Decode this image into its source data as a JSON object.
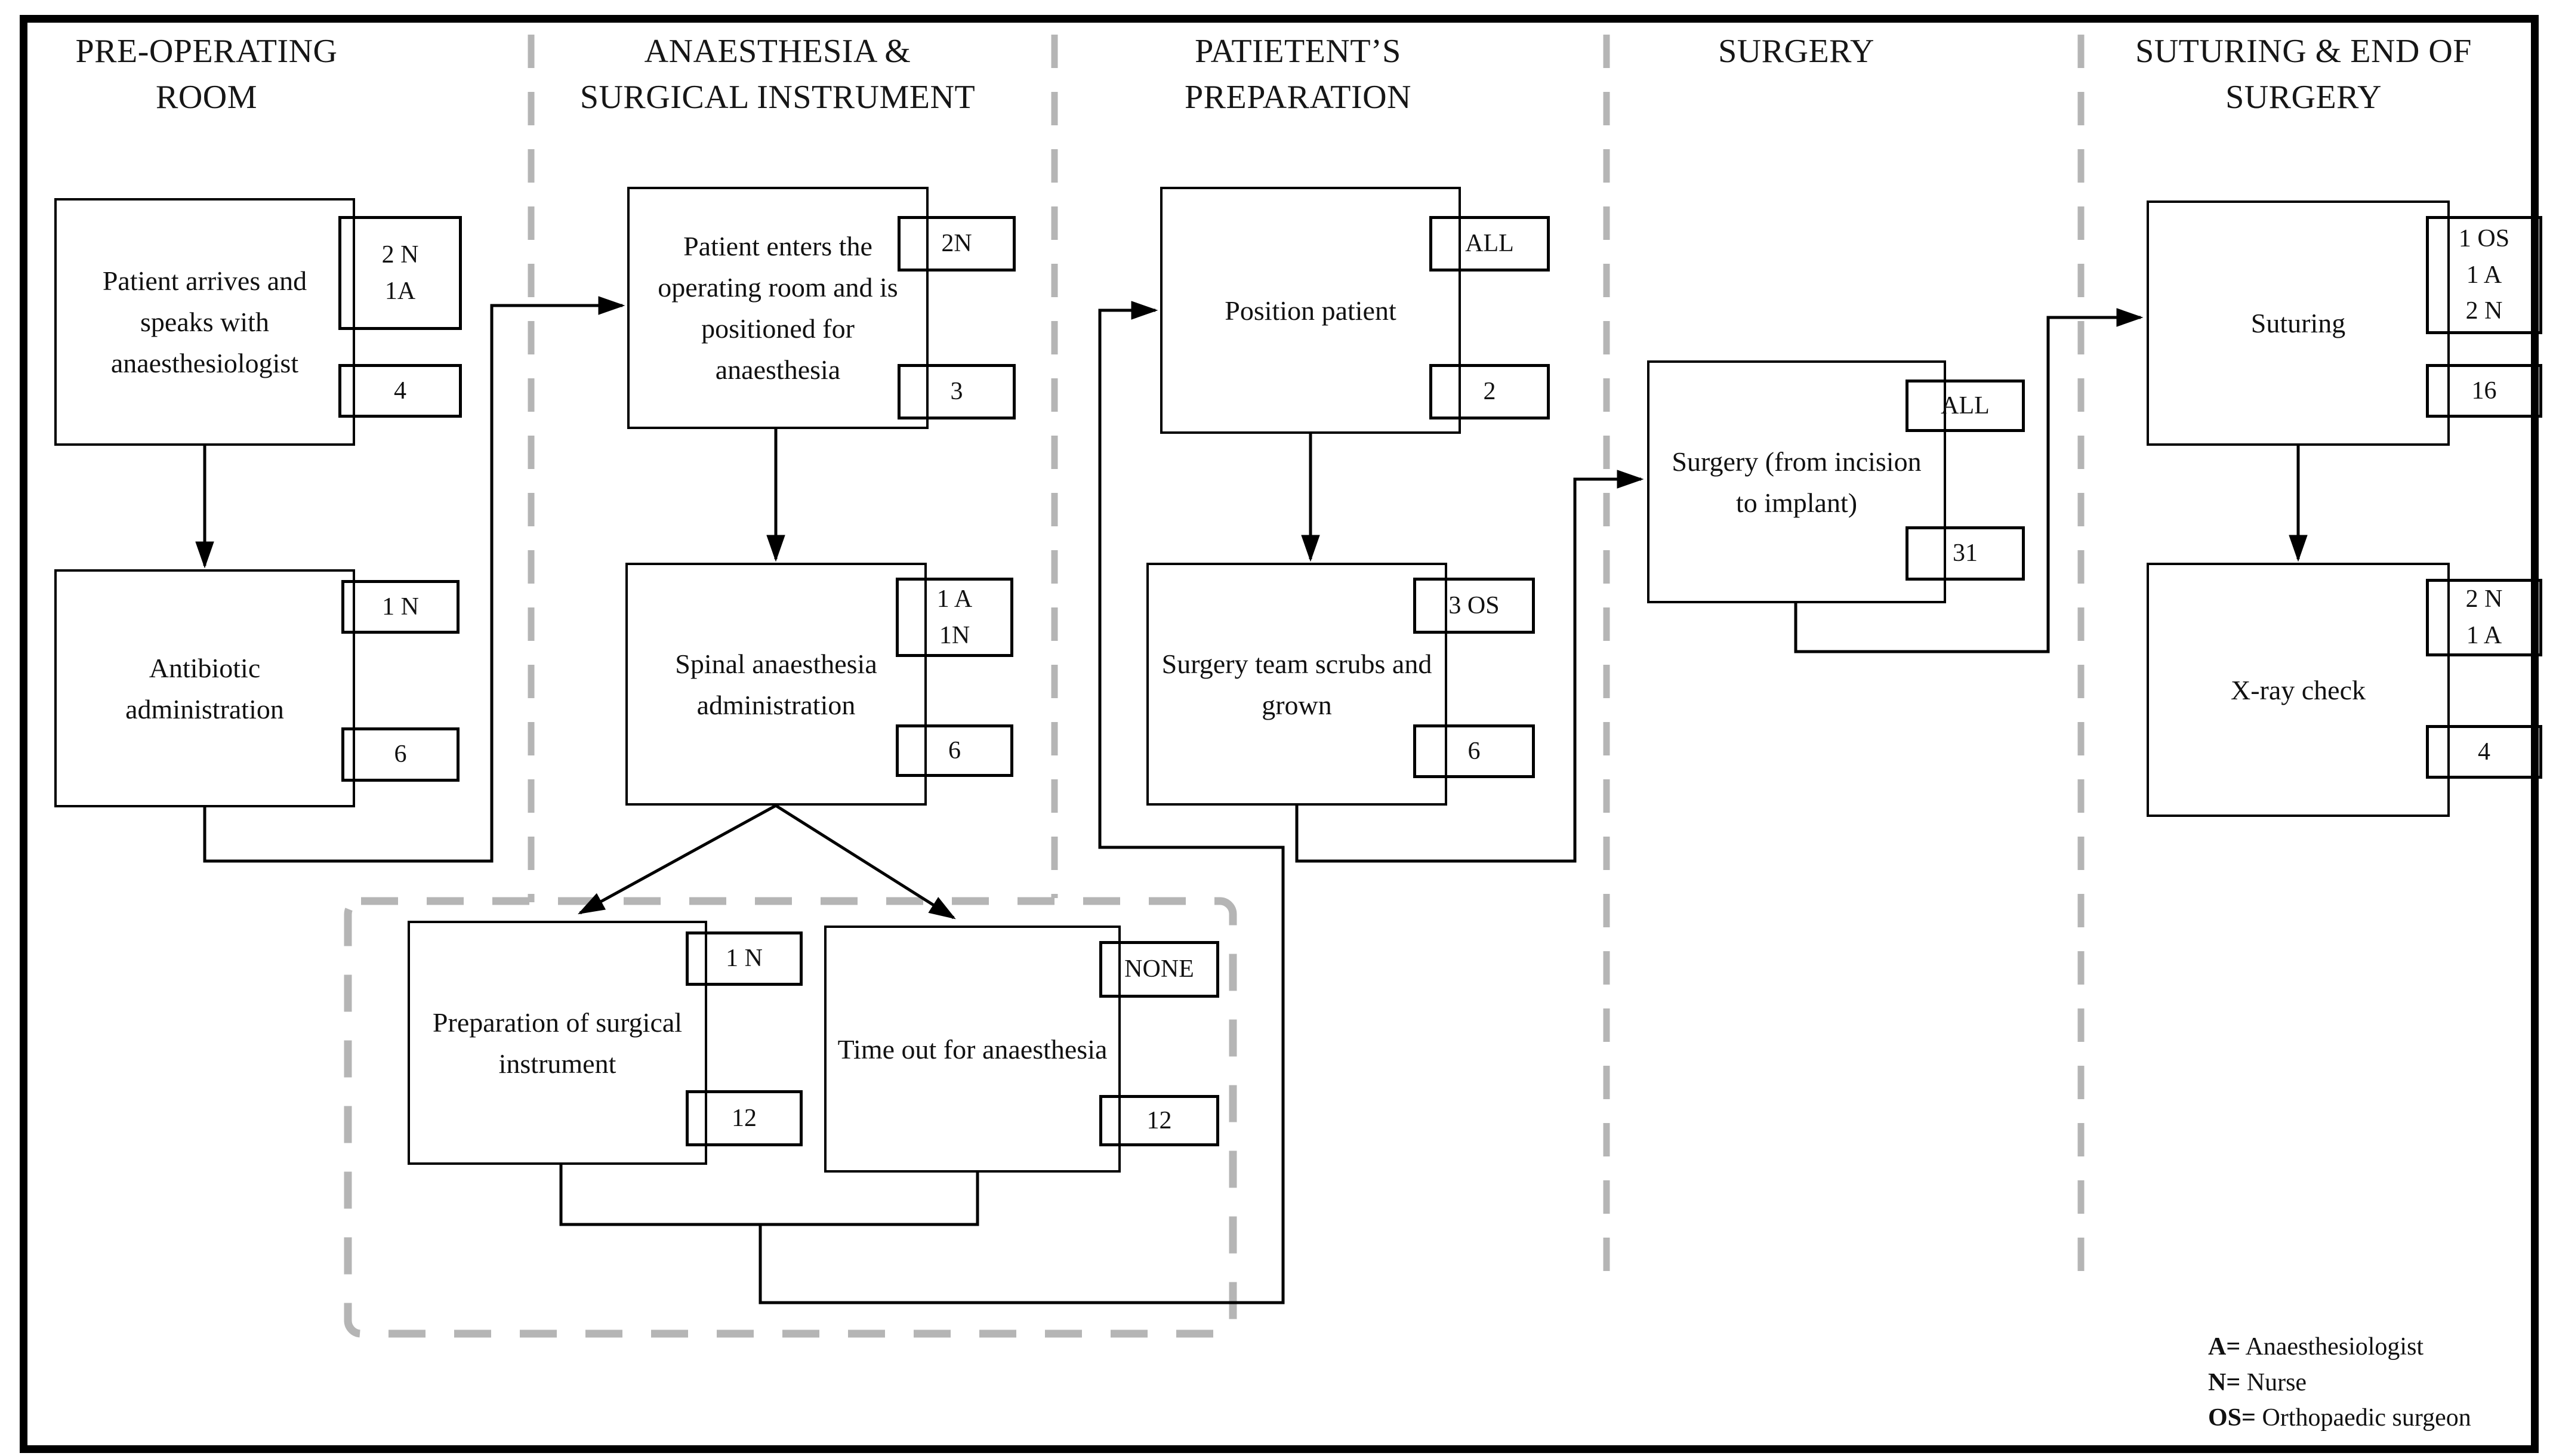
{
  "lanes": [
    {
      "title": "PRE-OPERATING\nROOM"
    },
    {
      "title": "ANAESTHESIA &\nSURGICAL INSTRUMENT"
    },
    {
      "title": "PATIETENT’S\nPREPARATION"
    },
    {
      "title": "SURGERY"
    },
    {
      "title": "SUTURING & END OF\nSURGERY"
    }
  ],
  "boxes": {
    "patient_arrives": {
      "label": "Patient arrives and\nspeaks with\nanaesthesiologist",
      "staff": [
        "2 N",
        "1A"
      ],
      "duration": "4"
    },
    "antibiotic": {
      "label": "Antibiotic\nadministration",
      "staff": [
        "1 N"
      ],
      "duration": "6"
    },
    "patient_enters": {
      "label": "Patient enters the\noperating room and is\npositioned for\nanaesthesia",
      "staff": [
        "2N"
      ],
      "duration": "3"
    },
    "spinal": {
      "label": "Spinal anaesthesia\nadministration",
      "staff": [
        "1 A",
        "1N"
      ],
      "duration": "6"
    },
    "prep_instrument": {
      "label": "Preparation of surgical\ninstrument",
      "staff": [
        "1 N"
      ],
      "duration": "12"
    },
    "time_out": {
      "label": "Time out for anaesthesia",
      "staff": [
        "NONE"
      ],
      "duration": "12"
    },
    "position_patient": {
      "label": "Position patient",
      "staff": [
        "ALL"
      ],
      "duration": "2"
    },
    "team_scrubs": {
      "label": "Surgery team scrubs and\ngrown",
      "staff": [
        "3 OS"
      ],
      "duration": "6"
    },
    "surgery": {
      "label": "Surgery (from incision\nto implant)",
      "staff": [
        "ALL"
      ],
      "duration": "31"
    },
    "suturing": {
      "label": "Suturing",
      "staff": [
        "1 OS",
        "1 A",
        "2 N"
      ],
      "duration": "16"
    },
    "xray": {
      "label": "X-ray check",
      "staff": [
        "2 N",
        "1 A"
      ],
      "duration": "4"
    }
  },
  "legend": {
    "items": [
      {
        "key": "A=",
        "label": " Anaesthesiologist"
      },
      {
        "key": "N=",
        "label": " Nurse"
      },
      {
        "key": "OS=",
        "label": " Orthopaedic surgeon"
      }
    ]
  },
  "colors": {
    "line": "#000000",
    "divider": "#b5b5b5"
  }
}
